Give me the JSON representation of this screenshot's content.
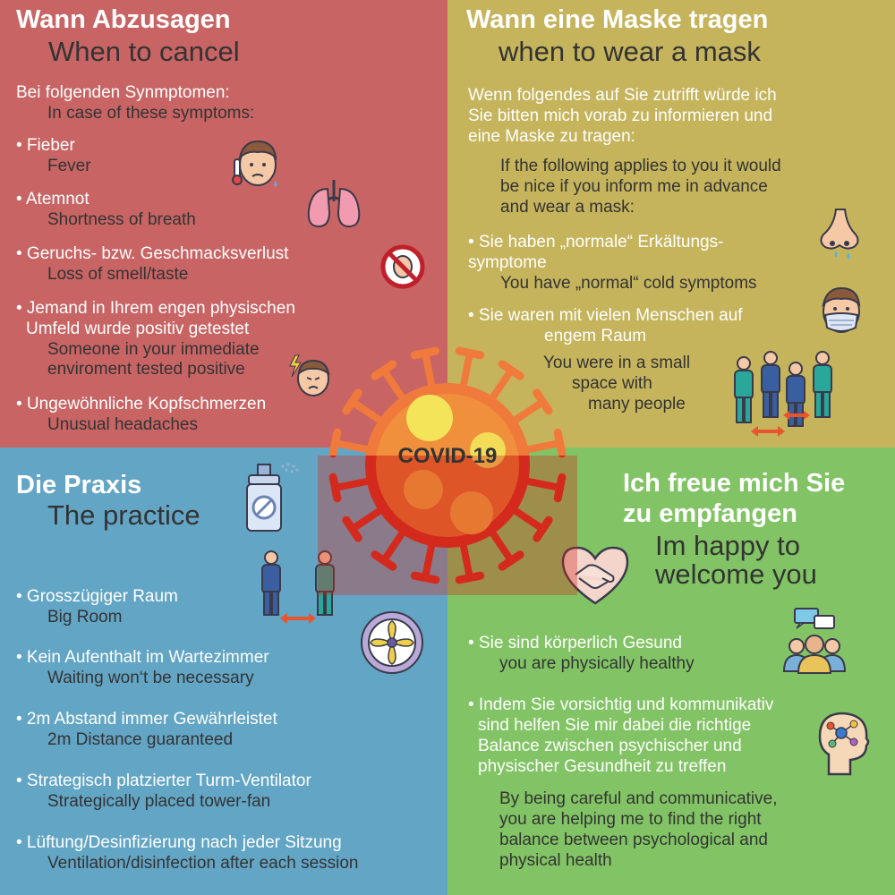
{
  "cancel": {
    "title_de": "Wann Abzusagen",
    "title_en": "When to cancel",
    "intro_de": "Bei folgenden Synmptomen:",
    "intro_en": "In case of these symptoms:",
    "items": [
      {
        "de": "• Fieber",
        "en": "Fever"
      },
      {
        "de": "• Atemnot",
        "en": "Shortness of breath"
      },
      {
        "de": "• Geruchs- bzw. Geschmacksverlust",
        "en": "Loss of smell/taste"
      },
      {
        "de": "• Jemand in Ihrem engen physischen",
        "de2": "Umfeld wurde positiv getestet",
        "en": "Someone in your immediate",
        "en2": "enviroment tested positive"
      },
      {
        "de": "• Ungewöhnliche Kopfschmerzen",
        "en": "Unusual headaches"
      }
    ]
  },
  "mask": {
    "title_de": "Wann eine Maske tragen",
    "title_en": "when to wear a mask",
    "intro_de": [
      "Wenn folgendes auf Sie zutrifft würde ich",
      "Sie bitten mich vorab zu informieren und",
      "eine Maske zu tragen:"
    ],
    "intro_en": [
      "If the following applies to you it would",
      "be nice if you inform me in advance",
      "and wear a mask:"
    ],
    "item1_de": [
      "• Sie haben „normale“ Erkältungs-",
      "symptome"
    ],
    "item1_en": "You have „normal“ cold symptoms",
    "item2_de": [
      "• Sie waren mit vielen Menschen auf",
      "engem Raum"
    ],
    "item2_en": [
      "You were in a small",
      "space with",
      "many people"
    ]
  },
  "practice": {
    "title_de": "Die Praxis",
    "title_en": "The practice",
    "items": [
      {
        "de": "• Grosszügiger Raum",
        "en": "Big Room"
      },
      {
        "de": "• Kein Aufenthalt im Wartezimmer",
        "en": "Waiting won‘t be necessary"
      },
      {
        "de": "• 2m Abstand immer Gewährleistet",
        "en": "2m Distance guaranteed"
      },
      {
        "de": "• Strategisch platzierter Turm-Ventilator",
        "en": "Strategically placed tower-fan"
      },
      {
        "de": "• Lüftung/Desinfizierung nach jeder Sitzung",
        "en": "Ventilation/disinfection after each session"
      }
    ]
  },
  "welcome": {
    "title_de": [
      "Ich freue mich Sie",
      "zu empfangen"
    ],
    "title_en": [
      "Im happy to",
      "welcome you"
    ],
    "item1_de": "• Sie sind körperlich Gesund",
    "item1_en": "you are physically healthy",
    "item2_de": [
      "• Indem Sie vorsichtig und kommunikativ",
      "sind helfen Sie mir dabei die richtige",
      "Balance zwischen psychischer und",
      "physischer Gesundheit zu treffen"
    ],
    "item2_en": [
      "By being careful and communicative,",
      "you are helping me to find the right",
      "balance between psychological and",
      "physical health"
    ]
  },
  "center": {
    "label": "COVID-19"
  },
  "colors": {
    "cancel_bg": "#c86464",
    "mask_bg": "#c5b45c",
    "practice_bg": "#63a5c5",
    "welcome_bg": "#82c465",
    "virus_top": "#f07a3c",
    "virus_bottom": "#d42a1e"
  },
  "icons": [
    "sick-face-icon",
    "lungs-icon",
    "no-smell-icon",
    "headache-icon",
    "runny-nose-icon",
    "mask-face-icon",
    "crowd-icon",
    "disinfectant-spray-icon",
    "distance-people-icon",
    "fan-icon",
    "handshake-heart-icon",
    "communication-icon",
    "mind-icon",
    "virus-icon"
  ]
}
